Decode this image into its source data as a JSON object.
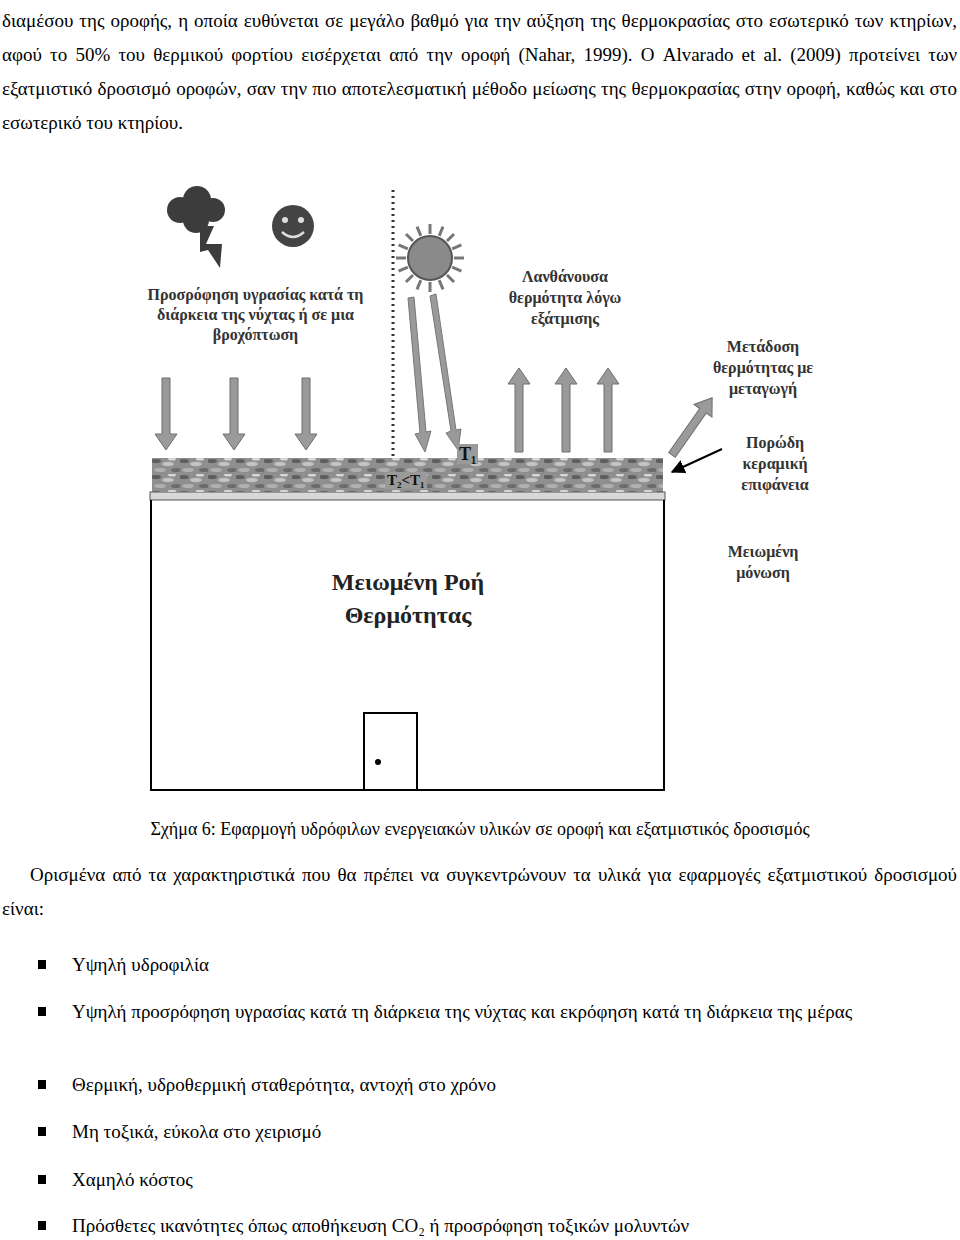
{
  "diagram": {
    "caption": "Σχήμα 6: Εφαρμογή υδρόφιλων ενεργειακών υλικών σε οροφή και εξατμιστικός δροσισμός",
    "nodes": [
      {
        "text": [
          "T₁",
          "T₂<T₁"
        ]
      },
      {
        "text": [
          "Μειωμένη Ροή Θερμότητας"
        ]
      }
    ],
    "labels": [
      "διαμέσου της οροφής, η οποία ευθύνεται σε μεγάλο βαθμό για την αύξηση της θερμοκρασίας στο εσωτερικό των κτηρίων, αφού το 50% του θερμικού φορτίου εισέρχεται από την οροφή (Nahar, 1999). Ο Alvarado et al. (2009) προτείνει των εξατμιστικό δροσισμό οροφών, σαν την πιο αποτελεσματική μέθοδο μείωσης της θερμοκρασίας στην οροφή, καθώς και στο εσωτερικό του κτηρίου.",
      "Προσρόφηση υγρασίας κατά τη διάρκεια της νύχτας ή σε μια βροχόπτωση",
      "Λανθάνουσα θερμότητα λόγω εξάτμισης",
      "Μετάδοση θερμότητας με μεταγωγή",
      "Πορώδη κεραμική επιφάνεια",
      "Μειωμένη μόνωση",
      "Ορισμένα από τα χαρακτηριστικά που θα πρέπει να συγκεντρώνουν τα υλικά για εφαρμογές εξατμιστικού δροσισμού είναι:",
      "Υψηλή υδροφιλία",
      "Υψηλή προσρόφηση υγρασίας κατά τη διάρκεια της νύχτας και εκρόφηση κατά τη διάρκεια της μέρας",
      "Θερμική, υδροθερμική σταθερότητα, αντοχή στο χρόνο",
      "Μη τοξικά, εύκολα στο χειρισμό",
      "Χαμηλό κόστος",
      "Πρόσθετες ικανότητες όπως αποθήκευση CO₂ ή προσρόφηση τοξικών μολυντών"
    ]
  }
}
